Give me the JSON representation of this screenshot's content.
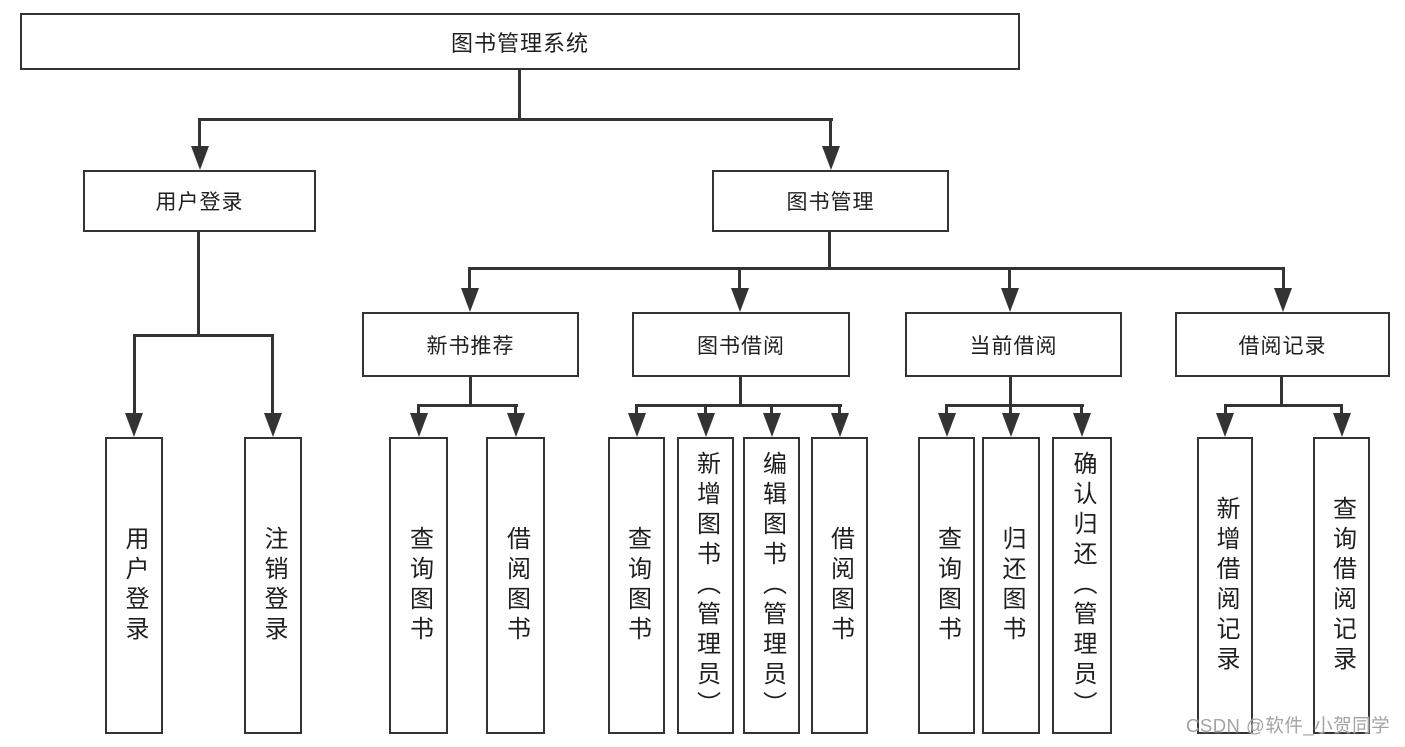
{
  "nodes": {
    "root": "图书管理系统",
    "level2": {
      "user_login": "用户登录",
      "book_mgmt": "图书管理"
    },
    "level3": {
      "new_book": "新书推荐",
      "book_borrow": "图书借阅",
      "current_borrow": "当前借阅",
      "borrow_record": "借阅记录"
    },
    "leaves": {
      "user_login_leaf": "用户登录",
      "logout": "注销登录",
      "nb_query": "查询图书",
      "nb_borrow": "借阅图书",
      "bb_query": "查询图书",
      "bb_add": "新增图书（管理员）",
      "bb_edit": "编辑图书（管理员）",
      "bb_borrow": "借阅图书",
      "cb_query": "查询图书",
      "cb_return": "归还图书",
      "cb_confirm": "确认归还（管理员）",
      "br_add": "新增借阅记录",
      "br_query": "查询借阅记录"
    }
  },
  "watermark": "CSDN @软件_小贺同学",
  "colors": {
    "line": "#333333",
    "border": "#333333",
    "text": "#1f1f1f",
    "watermark": "#a3a3a3",
    "background": "#ffffff"
  }
}
